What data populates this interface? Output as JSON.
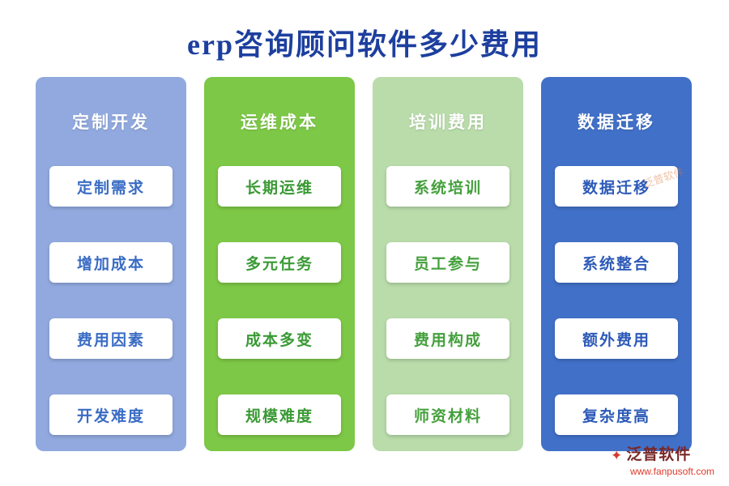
{
  "title": "erp咨询顾问软件多少费用",
  "title_color": "#1d3f9e",
  "columns": [
    {
      "header": "定制开发",
      "bg_color": "#91a9de",
      "item_text_color": "#3a6cc4",
      "items": [
        "定制需求",
        "增加成本",
        "费用因素",
        "开发难度"
      ]
    },
    {
      "header": "运维成本",
      "bg_color": "#7dc846",
      "item_text_color": "#3a9a35",
      "items": [
        "长期运维",
        "多元任务",
        "成本多变",
        "规模难度"
      ]
    },
    {
      "header": "培训费用",
      "bg_color": "#b9dcaa",
      "item_text_color": "#44a03c",
      "items": [
        "系统培训",
        "员工参与",
        "费用构成",
        "师资材料"
      ]
    },
    {
      "header": "数据迁移",
      "bg_color": "#4170c8",
      "item_text_color": "#2d5ab8",
      "items": [
        "数据迁移",
        "系统整合",
        "额外费用",
        "复杂度高"
      ]
    }
  ],
  "watermark_text": "泛普软件",
  "footer": {
    "brand": "泛普软件",
    "url": "www.fanpusoft.com",
    "brand_color": "#7a2727",
    "url_color": "#e03a2a",
    "icon_color": "#d63a2f",
    "icon_glyph": "✦"
  }
}
